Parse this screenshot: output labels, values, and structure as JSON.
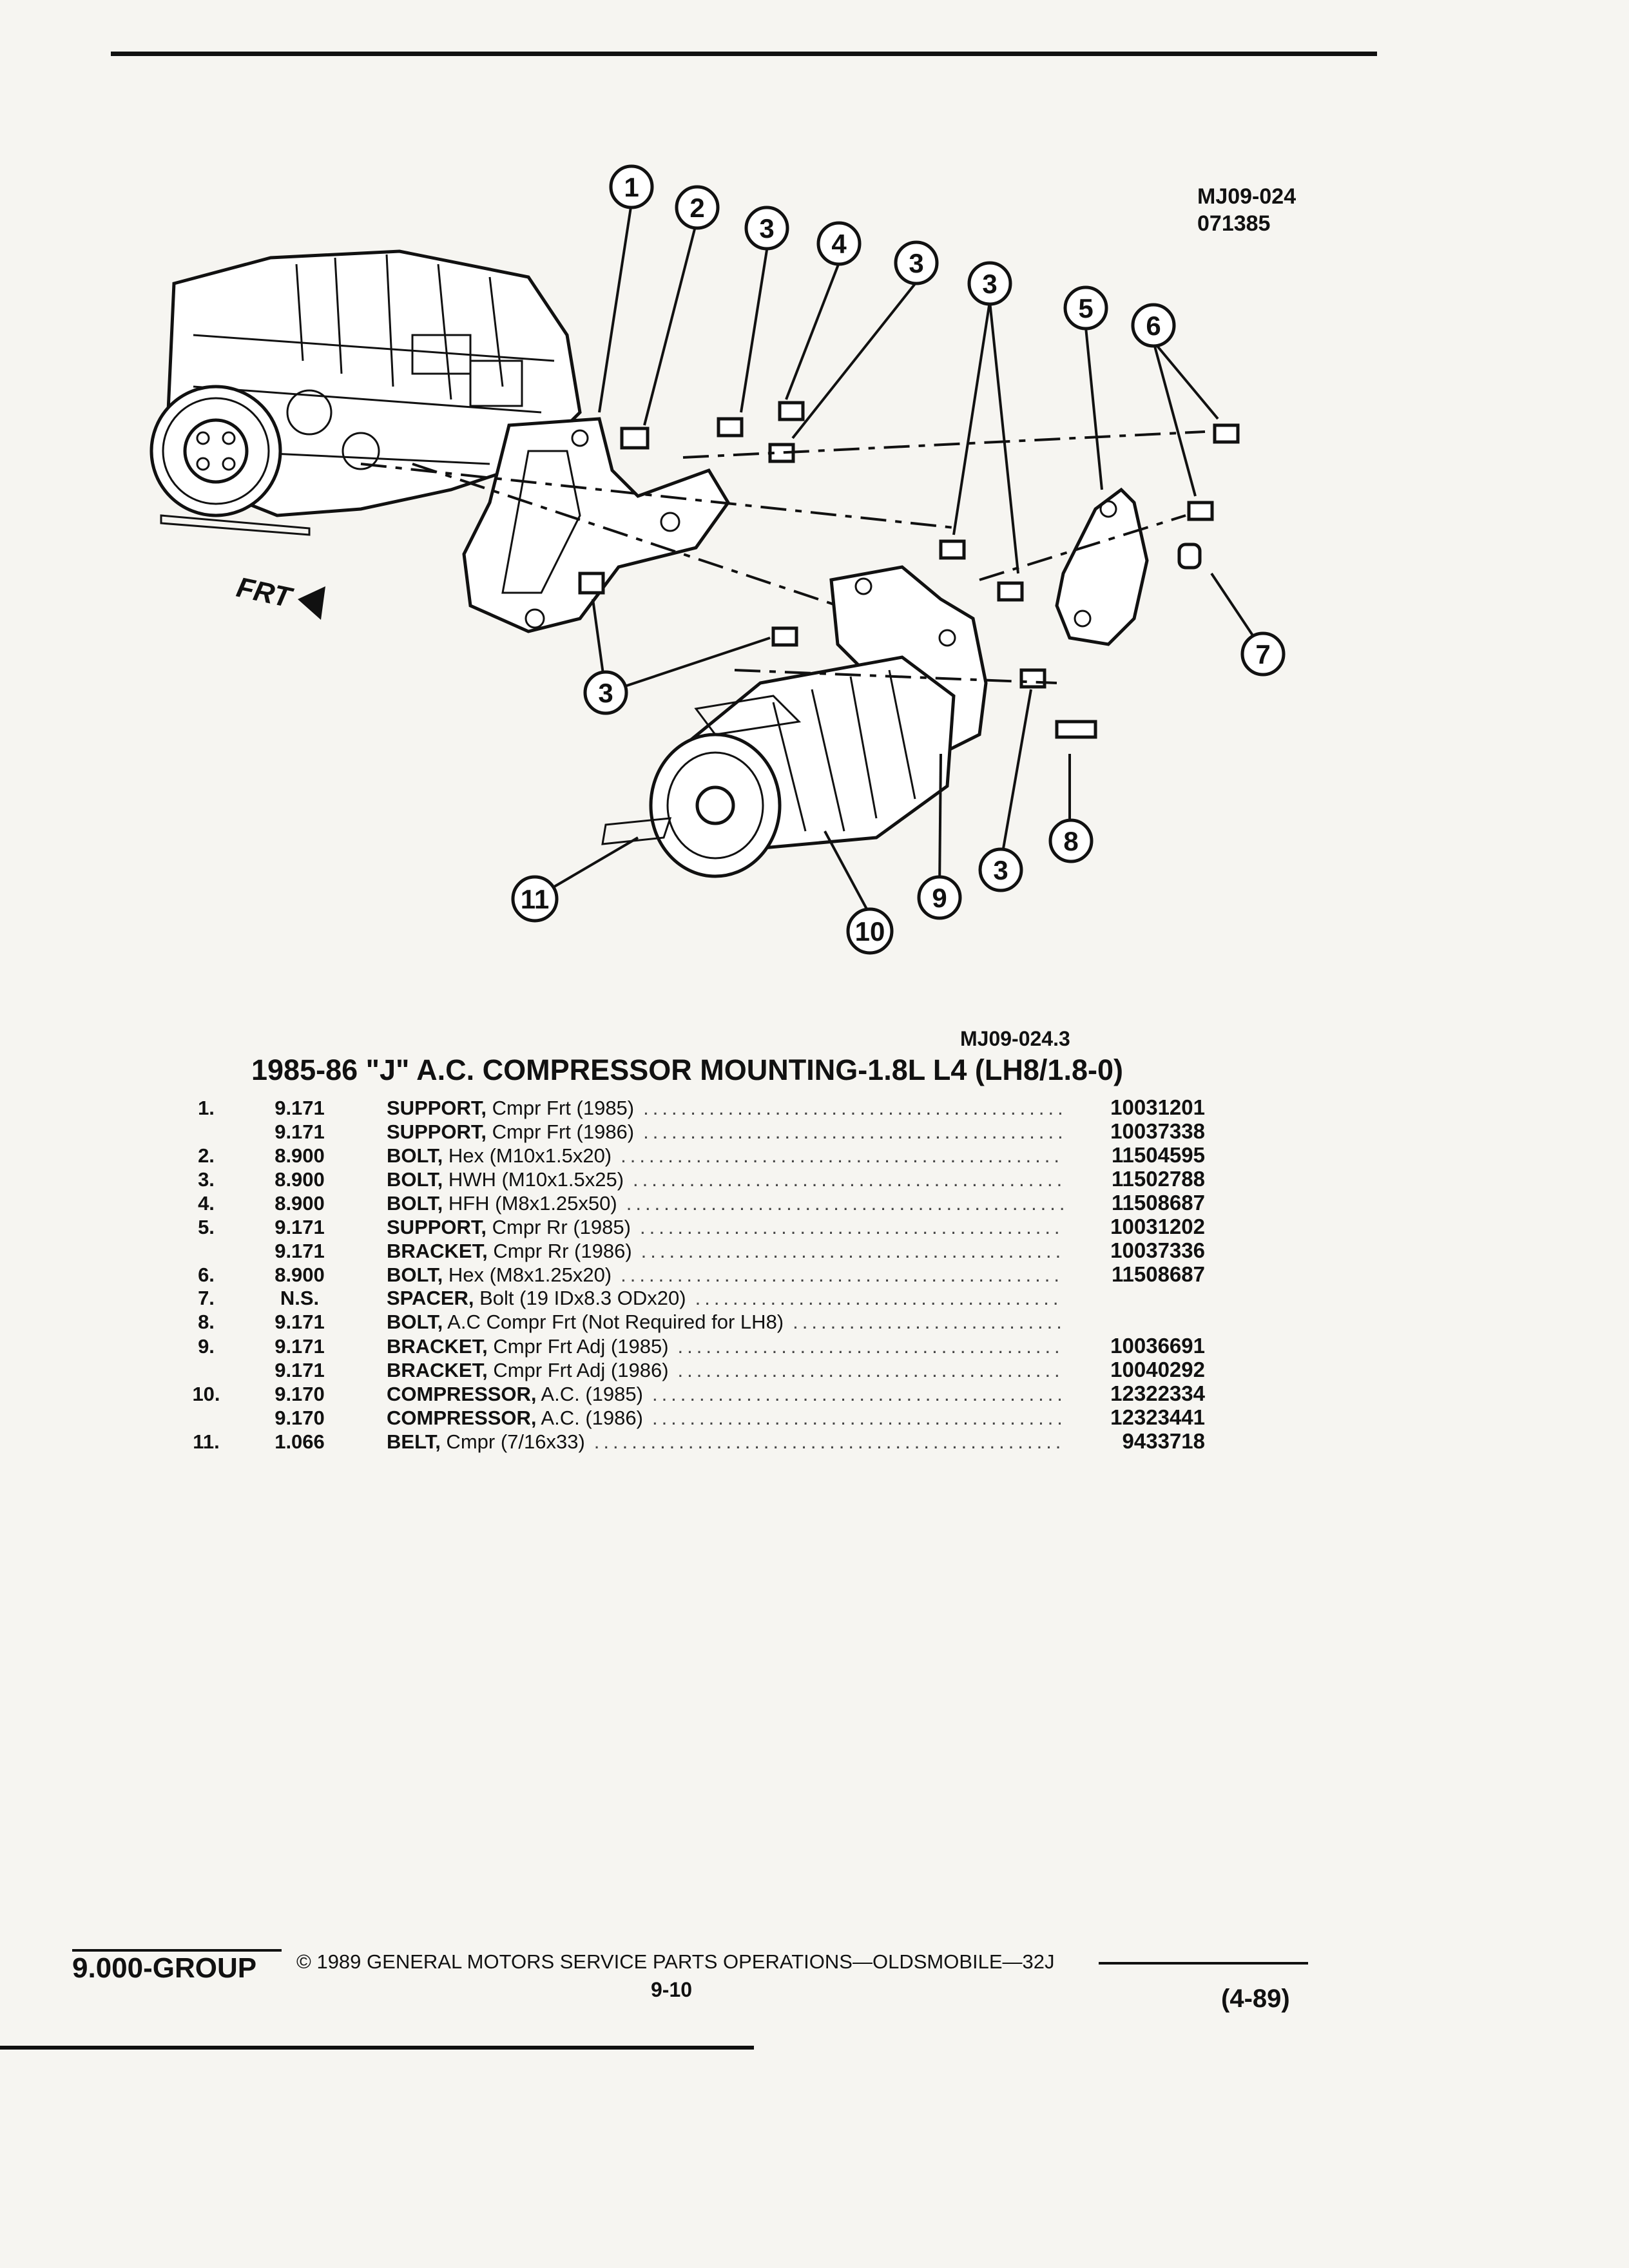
{
  "header": {
    "figure_code": "MJ09-024",
    "figure_date": "071385"
  },
  "illustration": {
    "front_marker": "FRT",
    "caption_code": "MJ09-024.3",
    "callouts": [
      "1",
      "2",
      "3",
      "3",
      "4",
      "3",
      "3",
      "5",
      "6",
      "7",
      "3",
      "3",
      "8",
      "9",
      "10",
      "11"
    ]
  },
  "parts_table": {
    "title": "1985-86 \"J\" A.C. COMPRESSOR MOUNTING-1.8L L4 (LH8/1.8-0)",
    "rows": [
      {
        "num": "1.",
        "group": "9.171",
        "name": "SUPPORT,",
        "sub": " Cmpr Frt (1985)",
        "part": "10031201"
      },
      {
        "num": "",
        "group": "9.171",
        "name": "SUPPORT,",
        "sub": " Cmpr Frt (1986)",
        "part": "10037338"
      },
      {
        "num": "2.",
        "group": "8.900",
        "name": "BOLT,",
        "sub": " Hex (M10x1.5x20)",
        "part": "11504595"
      },
      {
        "num": "3.",
        "group": "8.900",
        "name": "BOLT,",
        "sub": " HWH (M10x1.5x25)",
        "part": "11502788"
      },
      {
        "num": "4.",
        "group": "8.900",
        "name": "BOLT,",
        "sub": " HFH (M8x1.25x50)",
        "part": "11508687"
      },
      {
        "num": "5.",
        "group": "9.171",
        "name": "SUPPORT,",
        "sub": " Cmpr Rr (1985)",
        "part": "10031202"
      },
      {
        "num": "",
        "group": "9.171",
        "name": "BRACKET,",
        "sub": " Cmpr Rr (1986)",
        "part": "10037336"
      },
      {
        "num": "6.",
        "group": "8.900",
        "name": "BOLT,",
        "sub": " Hex (M8x1.25x20)",
        "part": "11508687"
      },
      {
        "num": "7.",
        "group": "N.S.",
        "name": "SPACER,",
        "sub": " Bolt (19 IDx8.3 ODx20)",
        "part": ""
      },
      {
        "num": "8.",
        "group": "9.171",
        "name": "BOLT,",
        "sub": " A.C Compr Frt (Not Required for LH8)",
        "part": ""
      },
      {
        "num": "9.",
        "group": "9.171",
        "name": "BRACKET,",
        "sub": " Cmpr Frt Adj (1985)",
        "part": "10036691"
      },
      {
        "num": "",
        "group": "9.171",
        "name": "BRACKET,",
        "sub": " Cmpr Frt Adj (1986)",
        "part": "10040292"
      },
      {
        "num": "10.",
        "group": "9.170",
        "name": "COMPRESSOR,",
        "sub": " A.C. (1985)",
        "part": "12322334"
      },
      {
        "num": "",
        "group": "9.170",
        "name": "COMPRESSOR,",
        "sub": " A.C. (1986)",
        "part": "12323441"
      },
      {
        "num": "11.",
        "group": "1.066",
        "name": "BELT,",
        "sub": " Cmpr (7/16x33)",
        "part": "9433718"
      }
    ]
  },
  "footer": {
    "group": "9.000-GROUP",
    "copyright": "© 1989 GENERAL MOTORS SERVICE PARTS OPERATIONS—OLDSMOBILE—32J",
    "page": "9-10",
    "revision": "(4-89)"
  }
}
